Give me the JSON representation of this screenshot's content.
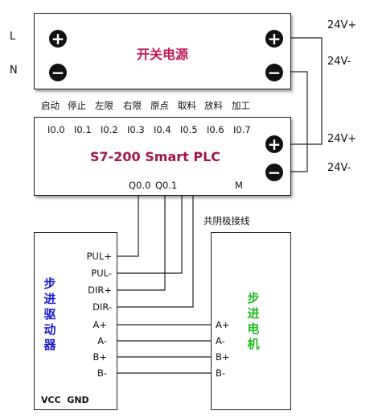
{
  "power_supply": {
    "title": "开关电源",
    "input_l": "L",
    "input_n": "N",
    "plus_symbol": "+",
    "minus_symbol": "−",
    "out_pos": "24V+",
    "out_neg": "24V-"
  },
  "plc": {
    "title": "S7-200 Smart PLC",
    "input_functions": [
      "启动",
      "停止",
      "左限",
      "右限",
      "原点",
      "取料",
      "放料",
      "加工"
    ],
    "inputs": [
      "I0.0",
      "I0.1",
      "I0.2",
      "I0.3",
      "I0.4",
      "I0.5",
      "I0.6",
      "I0.7"
    ],
    "outputs": [
      "Q0.0",
      "Q0.1"
    ],
    "m_terminal": "M",
    "supply_pos": "24V+",
    "supply_neg": "24V-"
  },
  "driver": {
    "title": "步进驱动器",
    "terminals": [
      "PUL+",
      "PUL-",
      "DIR+",
      "DIR-",
      "A+",
      "A-",
      "B+",
      "B-"
    ],
    "vcc_gnd": "VCC  GND"
  },
  "motor": {
    "title": "步进电机",
    "terminals": [
      "A+",
      "A-",
      "B+",
      "B-"
    ],
    "note": "共阴极接线"
  },
  "colors": {
    "power_title": "#c0185a",
    "plc_title": "#a0154e",
    "driver_title": "#1b1bd6",
    "motor_title": "#22bb22",
    "wire": "#222222"
  }
}
